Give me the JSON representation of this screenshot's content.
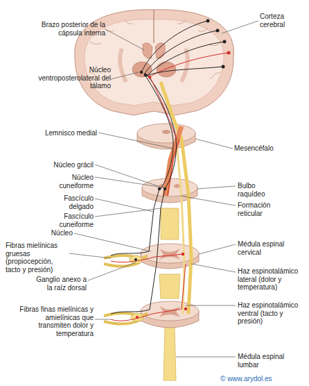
{
  "diagram": {
    "labels": [
      "Brazo posterior de la cápsula interna",
      "Núcleo ventroposterolateral del tálamo",
      "Lemnisco medial",
      "Núcleo grácil",
      "Núcleo cuneiforme",
      "Fascículo delgado",
      "Fascículo cuneiforme",
      "Núcleo",
      "Fibras mielínicas gruesas (propiocepción, tacto y presión)",
      "Ganglio anexo a la raíz dorsal",
      "Fibras finas mielínicas y amielínicas que transmiten dolor y temperatura",
      "Corteza cerebral",
      "Mesencéfalo",
      "Bulbo raquídeo",
      "Formación reticular",
      "Médula espinal cervical",
      "Haz espinotalámico lateral (dolor y temperatura)",
      "Haz espinotalámico ventral (tacto y presión)",
      "Médula espinal lumbar",
      "© www.arydol.es"
    ]
  }
}
